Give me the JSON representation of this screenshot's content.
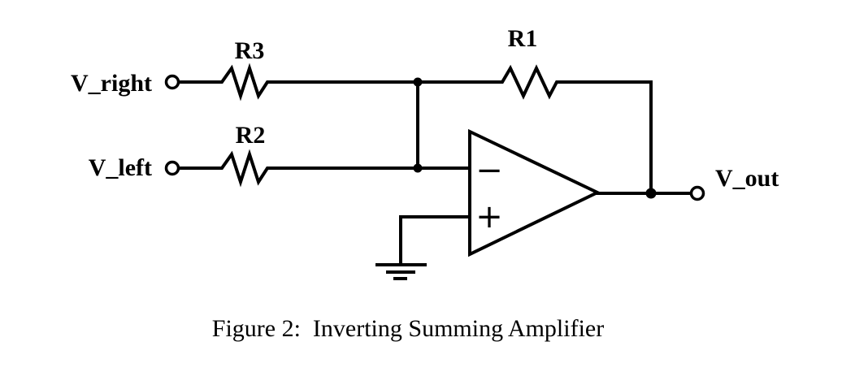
{
  "page": {
    "background_color": "#ffffff",
    "line_color": "#000000",
    "text_color": "#000000"
  },
  "caption": "Figure 2:  Inverting Summing Amplifier",
  "circuit": {
    "type": "inverting-summing-amplifier",
    "inputs": [
      {
        "label": "V_right",
        "resistor": "R3"
      },
      {
        "label": "V_left",
        "resistor": "R2"
      }
    ],
    "feedback_resistor": "R1",
    "output_label": "V_out",
    "opamp": {
      "inverting_label": "−",
      "noninverting_label": "+"
    }
  }
}
